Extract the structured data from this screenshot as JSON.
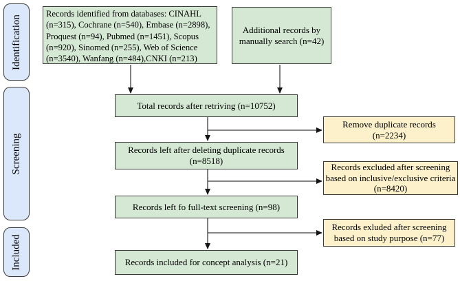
{
  "diagram": {
    "stages": [
      {
        "label": "Identification"
      },
      {
        "label": "Screening"
      },
      {
        "label": "Included"
      }
    ],
    "process_boxes": {
      "databases": "Records identified from databases: CINAHL\n(n=315), Cochrane (n=540), Embase (n=2898),\nProquest (n=94), Pubmed (n=1451), Scopus\n(n=920), Sinomed (n=255), Web of Science\n(n=3540), Wanfang (n=484),CNKI (n=213)",
      "manual_search": "Additional records by\nmanually search (n=42)",
      "total": "Total records after retriving (n=10752)",
      "after_dedup": "Records left after deleting duplicate records\n(n=8518)",
      "fulltext": "Records left fo full-text screening (n=98)",
      "included": "Records included for concept analysis (n=21)"
    },
    "exclusion_boxes": {
      "duplicates": "Remove duplicate records\n(n=2234)",
      "criteria": "Records excluded after screening\nbased on inclusive/exclusive criteria\n(n=8420)",
      "purpose": "Records exluded after screening\nbased on study purpose (n=77)"
    },
    "colors": {
      "process_fill": "#d5e8d4",
      "exclusion_fill": "#fcf1cb",
      "stage_fill": "#dbe8fb",
      "border": "#3a3a3a",
      "arrow": "#3a3a3a"
    }
  }
}
